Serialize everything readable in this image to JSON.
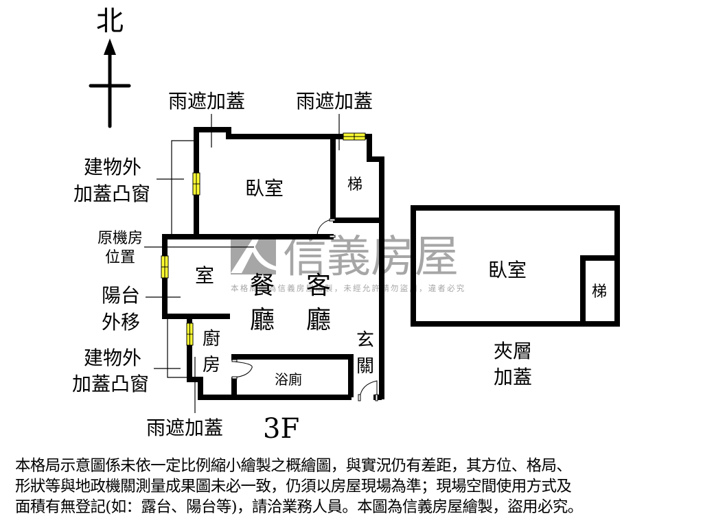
{
  "compass": {
    "north_label": "北",
    "icon": "north-arrow-icon"
  },
  "floor_label": "3F",
  "watermark": {
    "brand": "信義房屋",
    "notice": "本格局圖為信義房屋繪製，未經允許請勿盜用，違者必究",
    "logo_icon": "sinyi-logo-icon",
    "color": "#a6a6a6"
  },
  "rooms": {
    "bedroom_main": "臥室",
    "stairs_main": "梯",
    "room": "室",
    "dining": [
      "餐",
      "廳"
    ],
    "living": [
      "客",
      "廳"
    ],
    "kitchen": [
      "廚",
      "房"
    ],
    "bathroom": "浴廁",
    "entrance": [
      "玄",
      "關"
    ],
    "mezzanine_bedroom": "臥室",
    "mezzanine_stairs": "梯"
  },
  "annotations": {
    "rain_shelter_top_left": "雨遮加蓋",
    "rain_shelter_top_right": "雨遮加蓋",
    "rain_shelter_bottom": "雨遮加蓋",
    "bay_window_top": [
      "建物外",
      "加蓋凸窗"
    ],
    "bay_window_bottom": [
      "建物外",
      "加蓋凸窗"
    ],
    "former_machine_room": [
      "原機房",
      "位置"
    ],
    "balcony_moved": [
      "陽台",
      "外移"
    ],
    "mezzanine_addition": [
      "夾層",
      "加蓋"
    ]
  },
  "colors": {
    "wall": "#000000",
    "window": "#ffff33",
    "background": "#ffffff"
  },
  "disclaimer": [
    "本格局示意圖係未依一定比例縮小繪製之概繪圖，與實況仍有差距，其方位、格局、",
    "形狀等與地政機關測量成果圖未必一致，仍須以房屋現場為準；現場空間使用方式及",
    "面積有無登記(如：露台、陽台等)，請洽業務人員。本圖為信義房屋繪製，盜用必究。"
  ]
}
